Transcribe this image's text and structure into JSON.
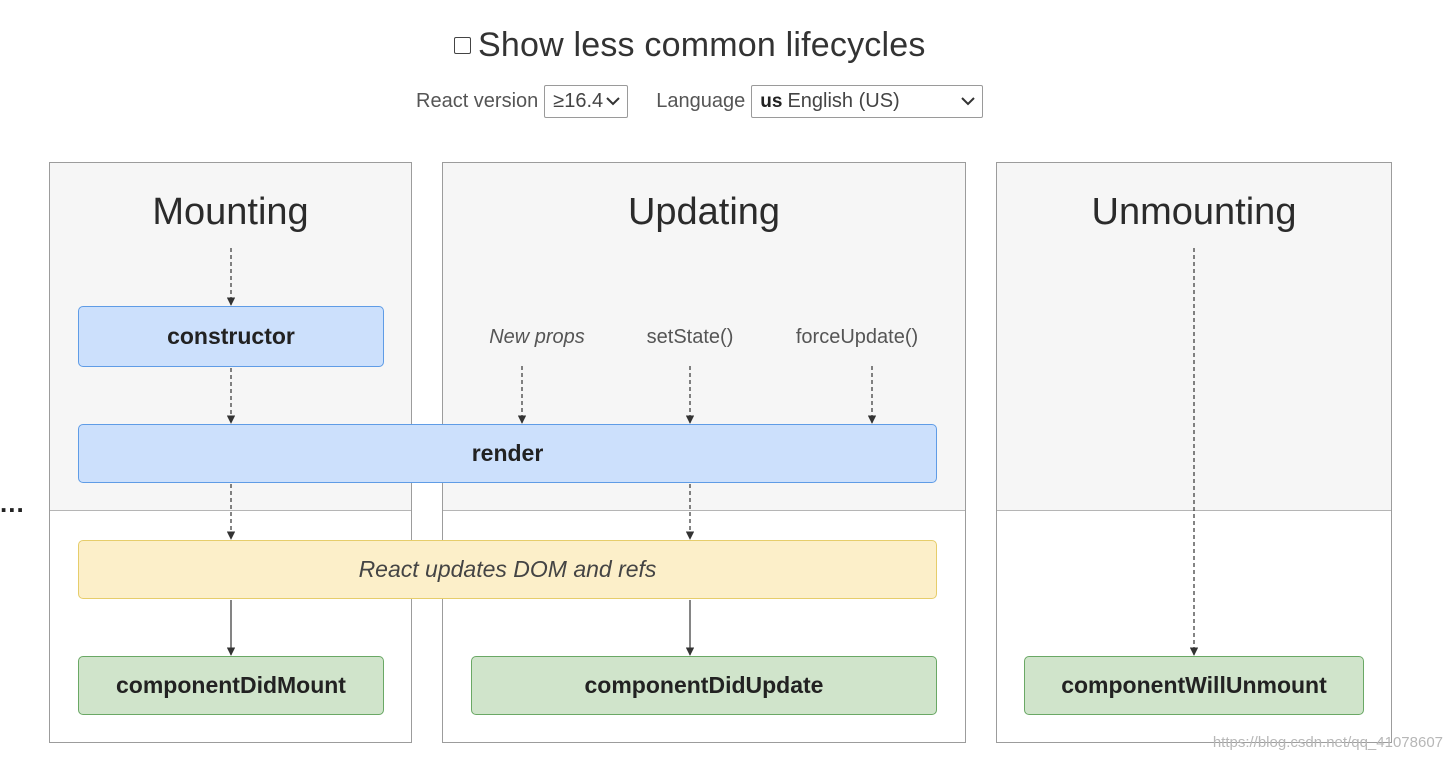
{
  "header": {
    "toggle_label": "Show less common lifecycles",
    "version_label": "React version",
    "version_value": "≥16.4",
    "language_label": "Language",
    "language_code": "us",
    "language_value": "English (US)"
  },
  "phases": {
    "mounting": "Mounting",
    "updating": "Updating",
    "unmounting": "Unmounting"
  },
  "triggers": {
    "new_props": "New props",
    "set_state": "setState()",
    "force_update": "forceUpdate()"
  },
  "methods": {
    "constructor": "constructor",
    "render": "render",
    "dom_update": "React updates DOM and refs",
    "did_mount": "componentDidMount",
    "did_update": "componentDidUpdate",
    "will_unmount": "componentWillUnmount"
  },
  "ellipsis": "...",
  "watermark": "https://blog.csdn.net/qq_41078607",
  "colors": {
    "render_phase_bg": "#f6f6f6",
    "method_blue": "#cce0fc",
    "method_green": "#d0e4cb",
    "dom_yellow": "#fcefc9"
  }
}
